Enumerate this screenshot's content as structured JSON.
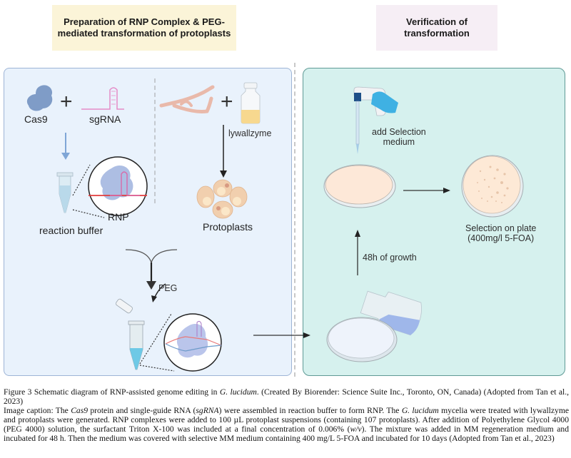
{
  "headers": {
    "left": "Preparation of RNP Complex & PEG-mediated transformation of protoplasts",
    "right": "Verification of transformation"
  },
  "left_panel": {
    "labels": {
      "cas9": "Cas9",
      "plus": "+",
      "sgrna": "sgRNA",
      "rnp": "RNP",
      "reaction_buffer": "reaction buffer",
      "lywallzyme": "lywallzyme",
      "protoplasts": "Protoplasts",
      "peg": "PEG"
    }
  },
  "right_panel": {
    "labels": {
      "add_selection_line1": "add Selection",
      "add_selection_line2": "medium",
      "selection_line1": "Selection on plate",
      "selection_line2": "(400mg/l 5-FOA)",
      "growth": "48h of growth"
    }
  },
  "colors": {
    "left_panel_bg": "#e9f2fc",
    "right_panel_bg": "#d6f1ee",
    "left_header_bg": "#fbf4d8",
    "right_header_bg": "#f6eef5",
    "cas9": "#7f9cc7",
    "sgrna": "#e58bc7",
    "plate": "#fde8d8",
    "medium": "#9fc7ee"
  },
  "caption": {
    "figure_prefix": "Figure 3 Schematic diagram of RNP-assisted genome editing in ",
    "figure_species": "G. lucidum",
    "figure_suffix": ". (Created By Biorender: Science Suite Inc., Toronto, ON, Canada) (Adopted from Tan et al., 2023)",
    "image_caption_1": "Image caption: The ",
    "cas9_italic": "Cas9",
    "image_caption_2": " protein and single-guide RNA (",
    "sgrna_italic": "sgRNA",
    "image_caption_3": ") were assembled in reaction buffer to form RNP. The ",
    "species_italic": "G. lucidum",
    "image_caption_4": " mycelia were treated with lywallzyme and protoplasts were generated. RNP complexes were added to 100 µL protoplast suspensions (containing 107 protoplasts). After addition of Polyethylene Glycol 4000 (PEG 4000) solution, the surfactant Triton X-100 was included at a final concentration of 0.006% (",
    "wv_italic": "w/v",
    "image_caption_5": "). The mixture was added in MM regeneration medium and incubated for 48 h. Then the medium was covered with selective MM medium containing 400 mg/L 5-FOA and incubated for 10 days (Adopted from Tan et al., 2023)"
  }
}
